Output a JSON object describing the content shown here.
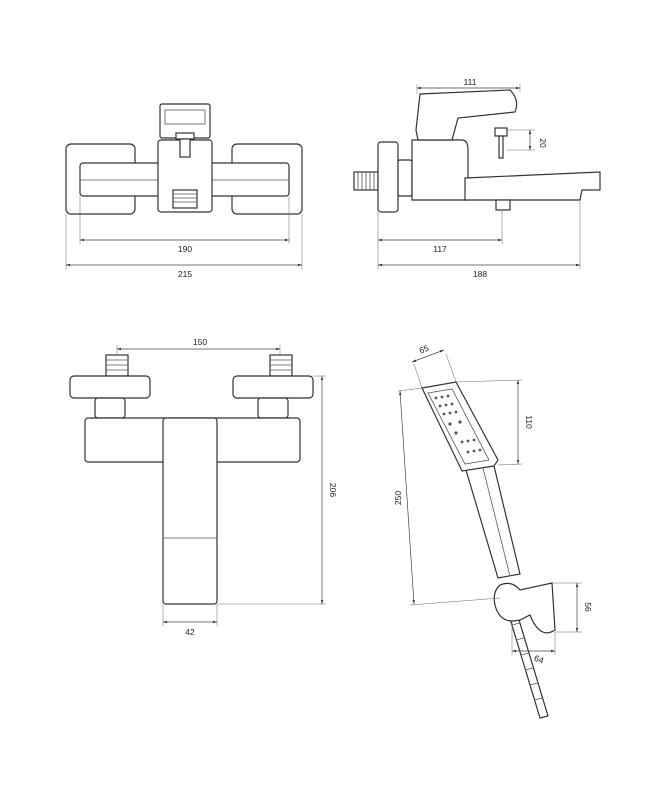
{
  "drawing": {
    "views": {
      "front_bath_mixer": {
        "dims": {
          "inner_width": "190",
          "outer_width": "215"
        }
      },
      "side_bath_mixer": {
        "dims": {
          "lever_length": "111",
          "diverter_height": "20",
          "outlet_offset": "117",
          "total_depth": "188"
        }
      },
      "front_shower_mixer": {
        "dims": {
          "inlet_spacing": "150",
          "height": "206",
          "lever_width": "42"
        }
      },
      "hand_shower_set": {
        "dims": {
          "head_width": "65",
          "head_length": "110",
          "total_length": "250",
          "holder_height": "56",
          "holder_depth": "64"
        }
      }
    },
    "line_color": "#333333",
    "background": "#ffffff"
  }
}
